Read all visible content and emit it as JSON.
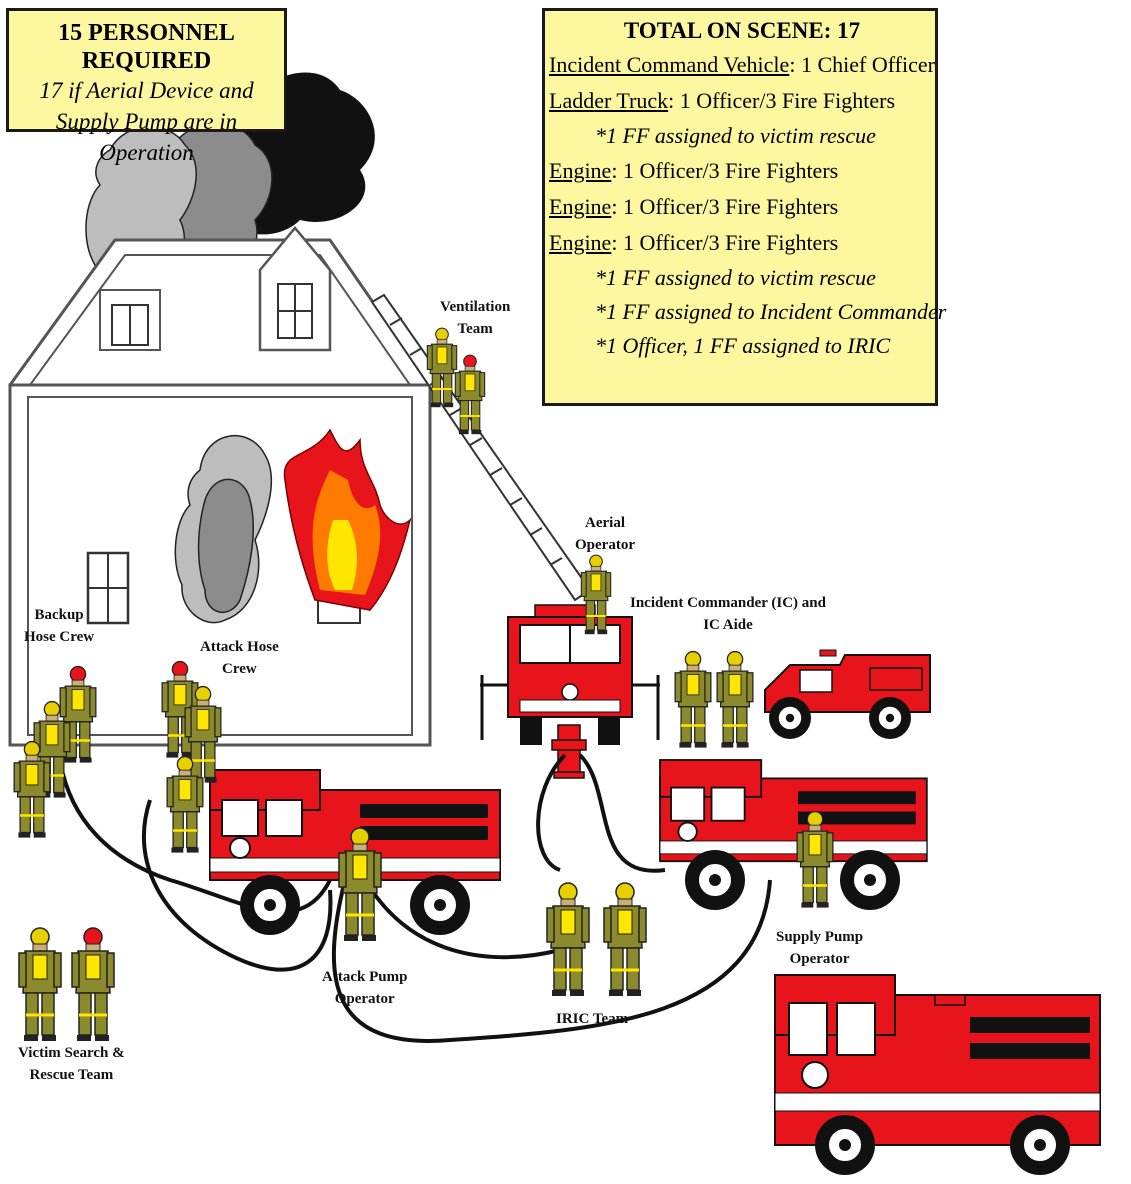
{
  "requirement_box": {
    "title": "15 PERSONNEL REQUIRED",
    "line2": "17 if Aerial Device and",
    "line3": "Supply Pump are in Operation"
  },
  "total_box": {
    "title": "TOTAL ON SCENE: 17",
    "rows": [
      {
        "label": "Incident Command Vehicle",
        "text": ": 1 Chief Officer"
      },
      {
        "label": "Ladder Truck",
        "text": ": 1 Officer/3 Fire Fighters"
      },
      {
        "note": "*1 FF assigned to victim rescue"
      },
      {
        "label": "Engine",
        "text": ": 1 Officer/3 Fire Fighters"
      },
      {
        "label": "Engine",
        "text": ": 1 Officer/3 Fire Fighters"
      },
      {
        "label": "Engine",
        "text": ": 1 Officer/3 Fire Fighters"
      },
      {
        "note": "*1 FF assigned to victim rescue"
      },
      {
        "note": "*1 FF assigned to Incident Commander"
      },
      {
        "note": "*1 Officer, 1 FF assigned to IRIC"
      }
    ]
  },
  "labels": {
    "ventilation_1": "Ventilation",
    "ventilation_2": "Team",
    "aerial_1": "Aerial",
    "aerial_2": "Operator",
    "ic_1": "Incident Commander (IC) and",
    "ic_2": "IC Aide",
    "backup_1": "Backup",
    "backup_2": "Hose Crew",
    "attack_hose_1": "Attack Hose",
    "attack_hose_2": "Crew",
    "supply_1": "Supply Pump",
    "supply_2": "Operator",
    "attack_pump_1": "Attack Pump",
    "attack_pump_2": "Operator",
    "iric": "IRIC Team",
    "victim_1": "Victim Search &",
    "victim_2": "Rescue Team"
  },
  "colors": {
    "truck_red": "#e8141b",
    "box_fill": "#fdf7a0",
    "ff_uniform": "#8b8a2c",
    "ff_reflective": "#ffe600",
    "flame_orange": "#ff7a00",
    "smoke_light": "#bdbdbd",
    "smoke_mid": "#8c8c8c",
    "smoke_dark": "#111111"
  }
}
